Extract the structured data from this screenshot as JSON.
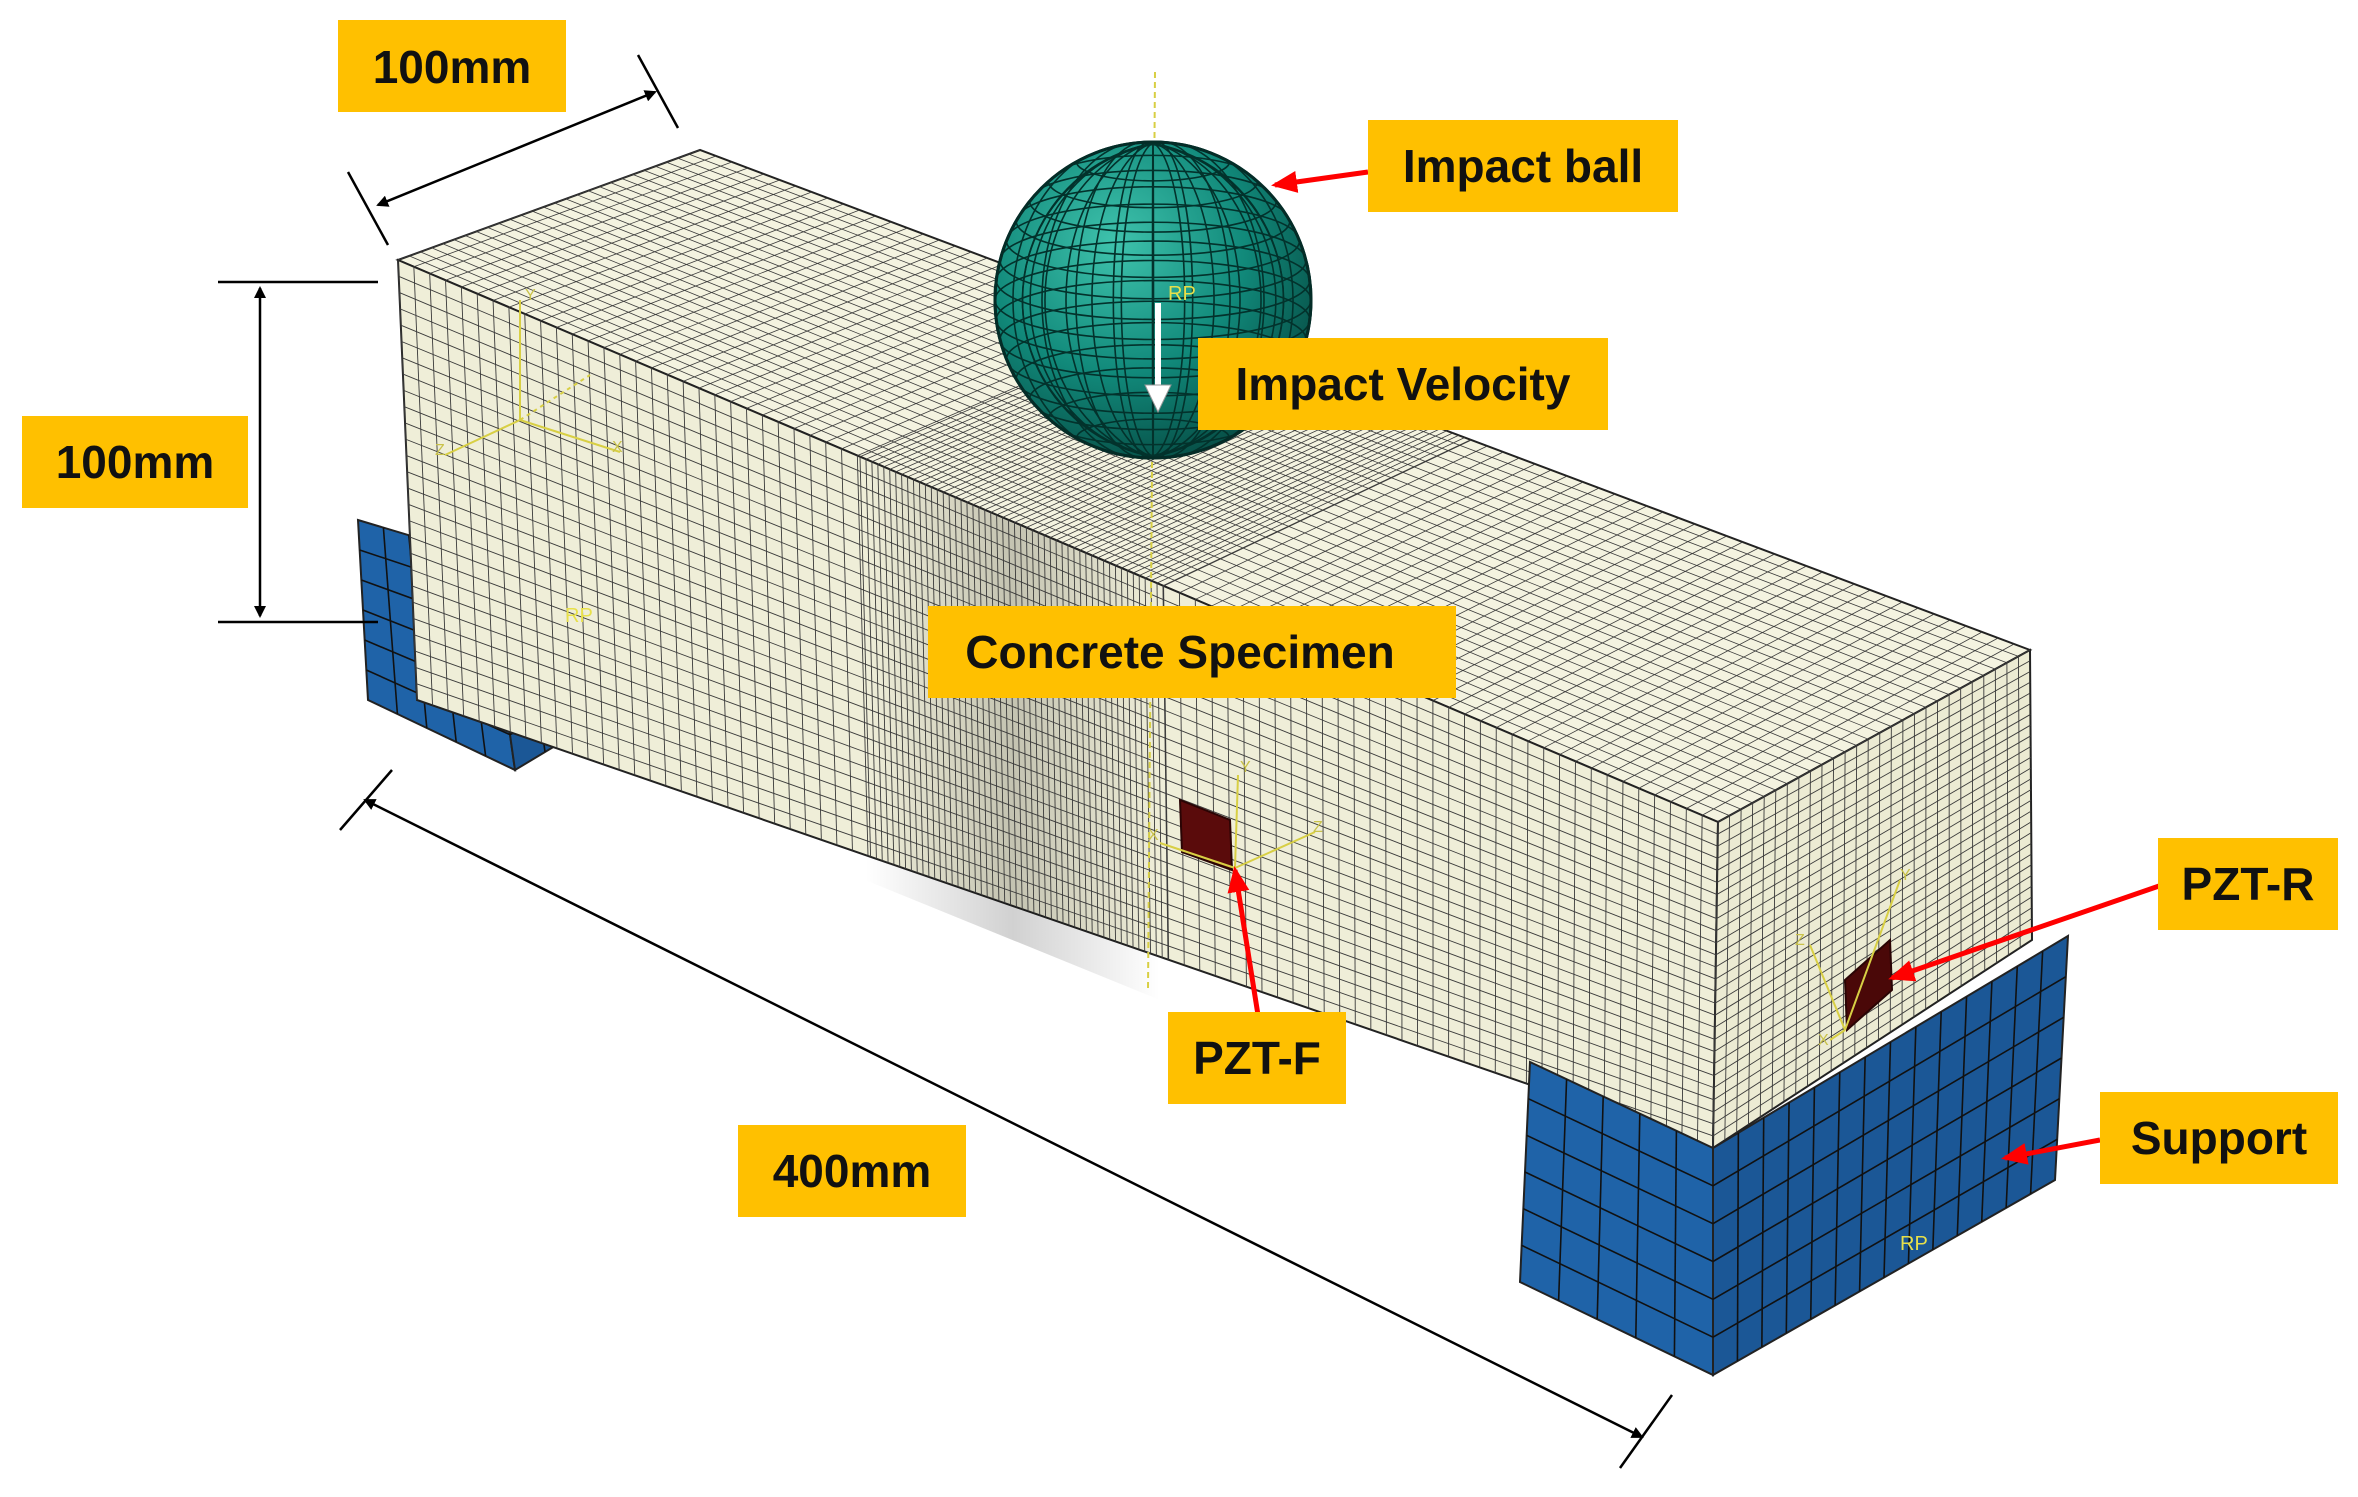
{
  "labels": {
    "width_dim": "100mm",
    "height_dim": "100mm",
    "length_dim": "400mm",
    "impact_ball": "Impact ball",
    "impact_velocity": "Impact Velocity",
    "concrete_specimen": "Concrete Specimen",
    "pzt_f": "PZT-F",
    "pzt_r": "PZT-R",
    "support": "Support"
  },
  "markers": {
    "reference_point": "RP",
    "axis_x": "X",
    "axis_y": "Y",
    "axis_z": "Z"
  },
  "colors": {
    "label_bg": "#ffc000",
    "specimen": "#efeed8",
    "support": "#1f63a8",
    "ball": "#11897a",
    "pzt": "#5a0b0b",
    "arrow": "#ff0000",
    "mesh_line": "#3a3a3a"
  }
}
